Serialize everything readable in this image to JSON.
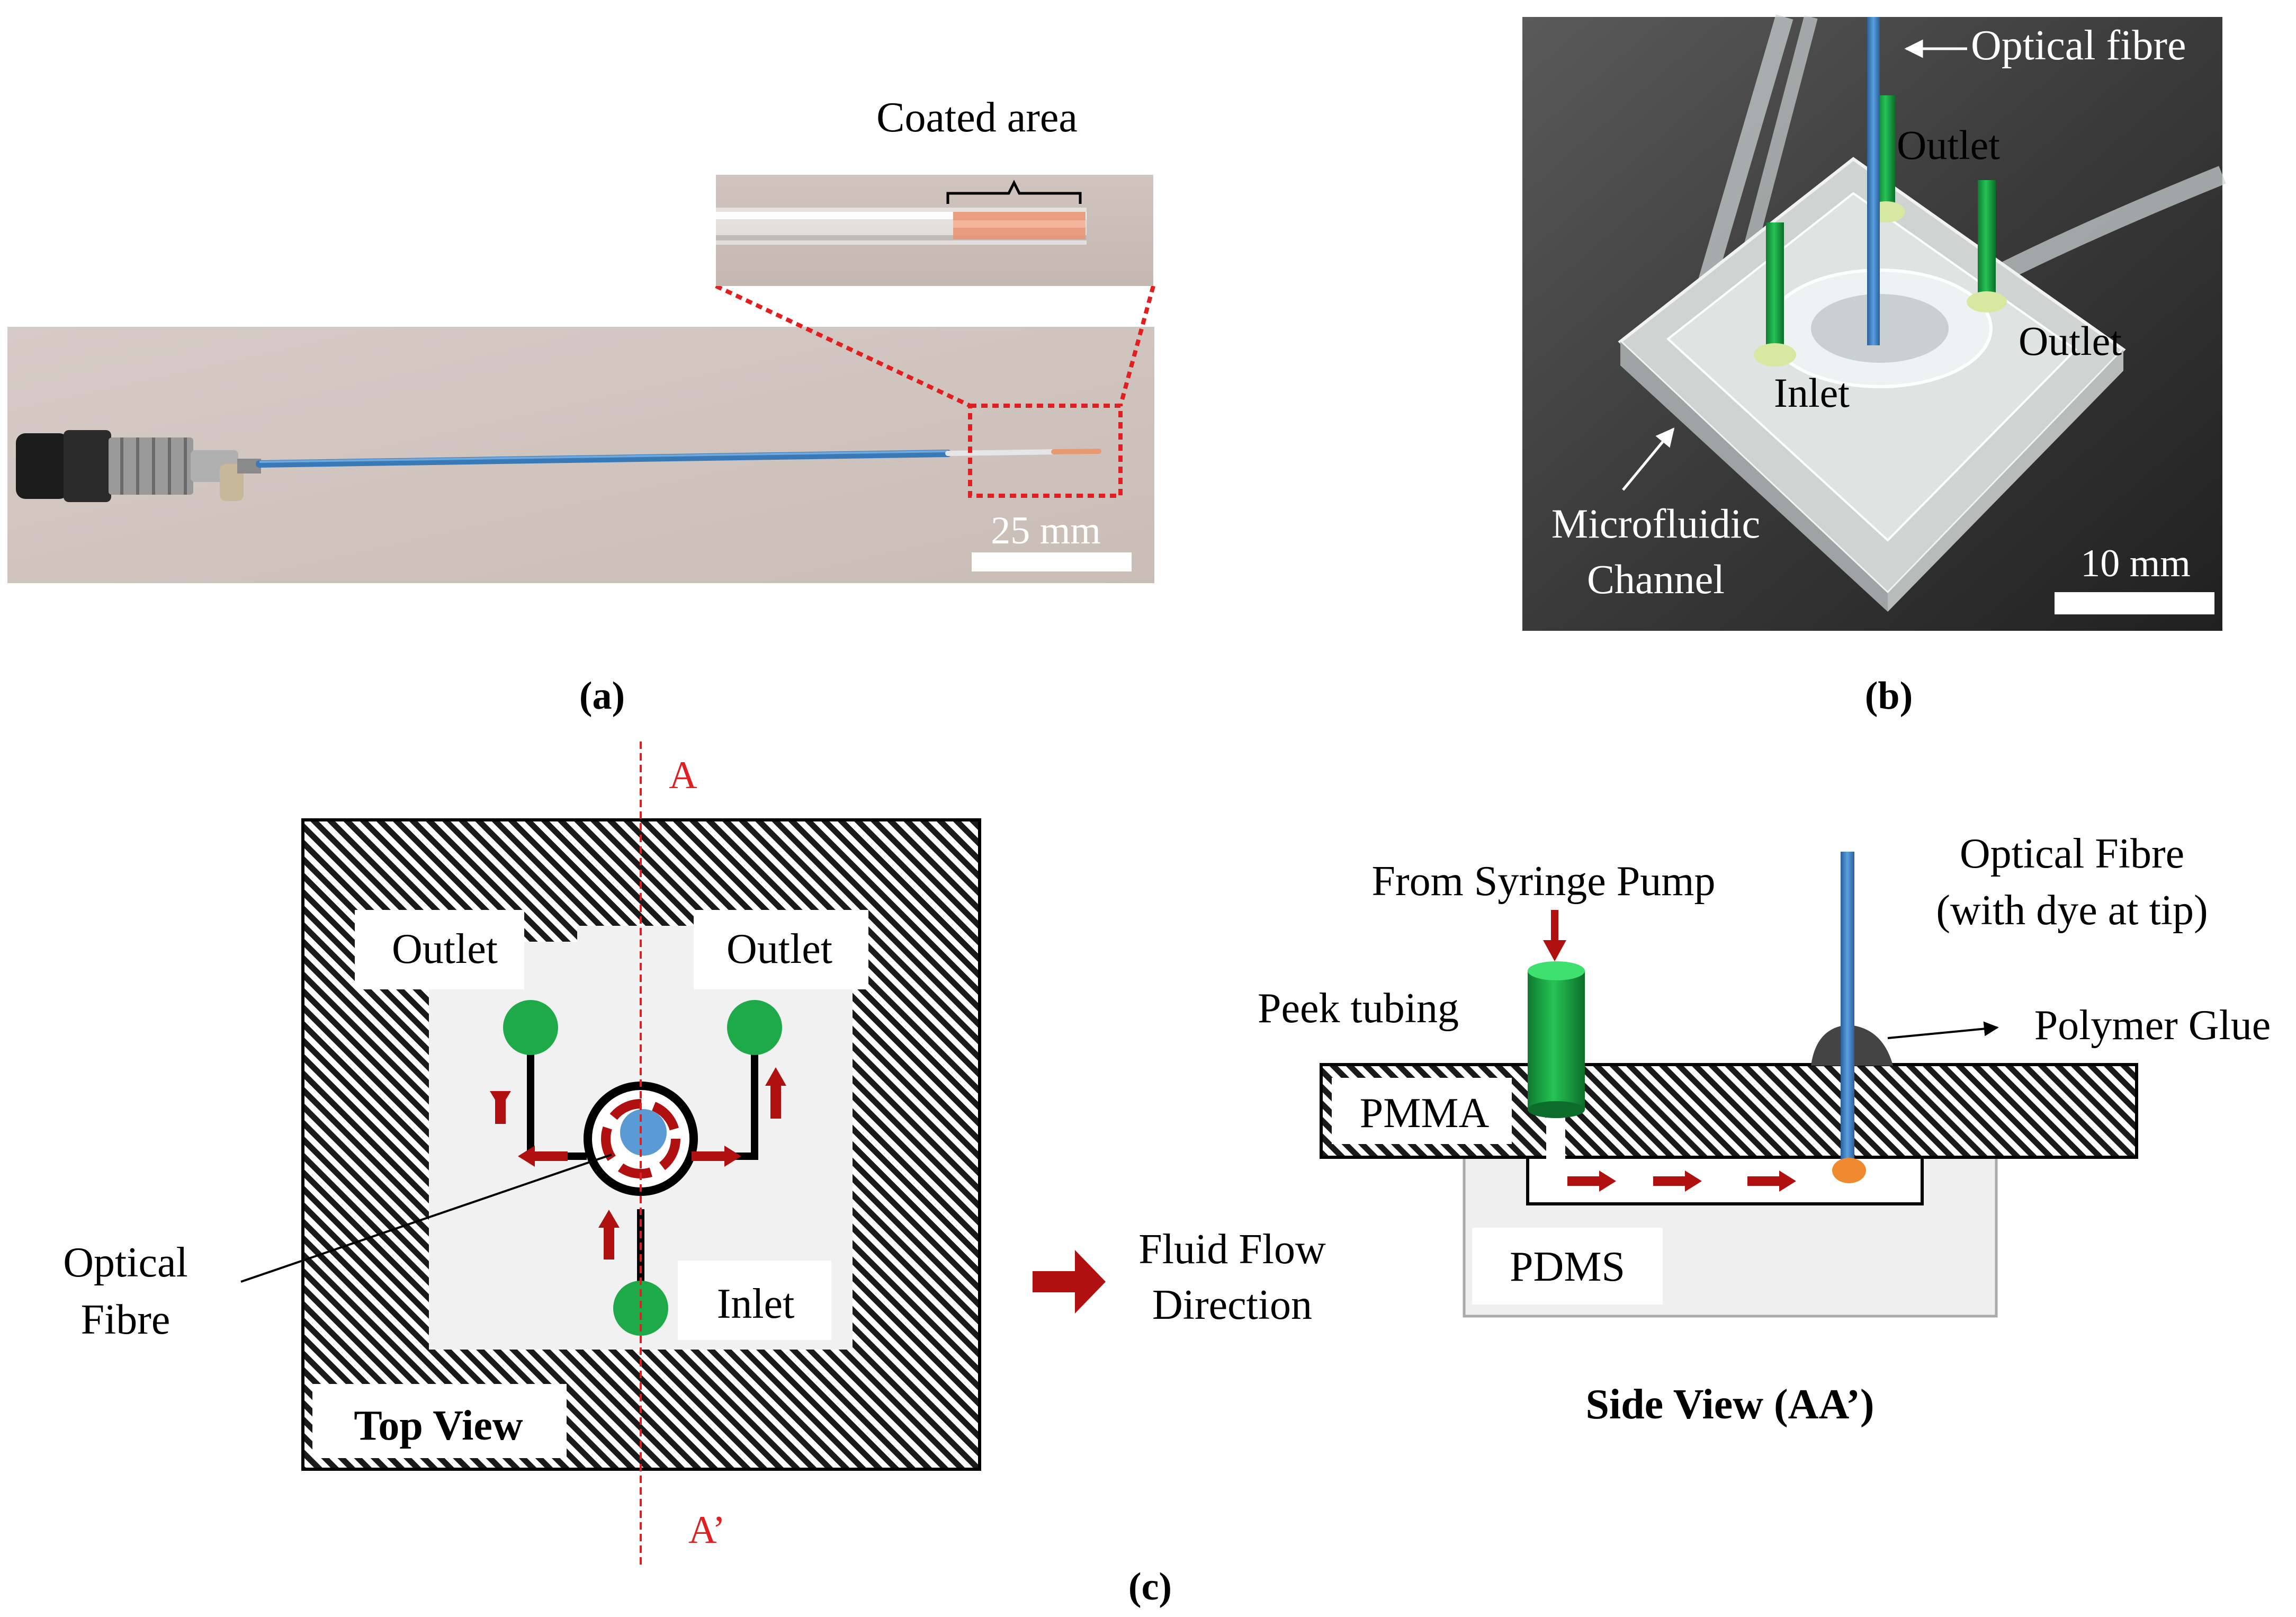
{
  "panel_a": {
    "label": "(a)",
    "inset_label": "Coated area",
    "scale_bar_label": "25 mm"
  },
  "panel_b": {
    "label": "(b)",
    "labels": {
      "optical_fibre": "Optical fibre",
      "outlet_top": "Outlet",
      "outlet_right": "Outlet",
      "inlet": "Inlet",
      "channel_line1": "Microfluidic",
      "channel_line2": "Channel"
    },
    "scale_bar_label": "10 mm"
  },
  "panel_c": {
    "label": "(c)",
    "top_view": {
      "title": "Top View",
      "outlet_left": "Outlet",
      "outlet_right": "Outlet",
      "inlet": "Inlet",
      "section_a": "A",
      "section_a_prime": "A’",
      "optical_fibre_line1": "Optical",
      "optical_fibre_line2": "Fibre"
    },
    "legend": {
      "line1": "Fluid Flow",
      "line2": "Direction"
    },
    "side_view": {
      "title": "Side View (AA’)",
      "from_syringe_pump": "From Syringe Pump",
      "peek_tubing": "Peek tubing",
      "optical_fibre_line1": "Optical Fibre",
      "optical_fibre_line2": "(with dye at tip)",
      "polymer_glue": "Polymer Glue",
      "pmma": "PMMA",
      "pdms": "PDMS"
    }
  },
  "colors": {
    "flow_arrow": "#b01010",
    "section_line": "#e02020",
    "port_green": "#1faa4a",
    "fibre_blue": "#3d7fc4",
    "dye_orange": "#f08a30"
  }
}
